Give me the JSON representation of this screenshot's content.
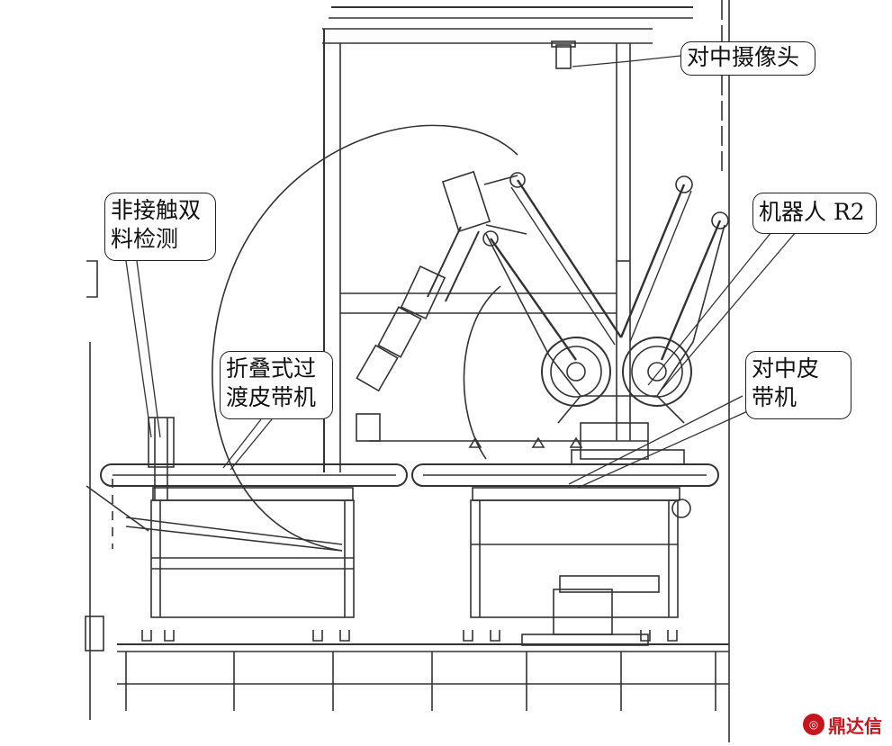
{
  "labels": {
    "centering_camera": "对中摄像头",
    "robot_r2": "机器人 R2",
    "non_contact_double_detect_line1": "非接触双",
    "non_contact_double_detect_line2": "料检测",
    "folding_transition_belt_line1": "折叠式过",
    "folding_transition_belt_line2": "渡皮带机",
    "centering_belt_line1": "对中皮",
    "centering_belt_line2": "带机"
  },
  "watermark": {
    "logo_text": "鼎达信",
    "icon": "dingdaxin-logo-icon",
    "color": "#c5161d"
  },
  "colors": {
    "line": "#333333",
    "background": "#ffffff"
  }
}
